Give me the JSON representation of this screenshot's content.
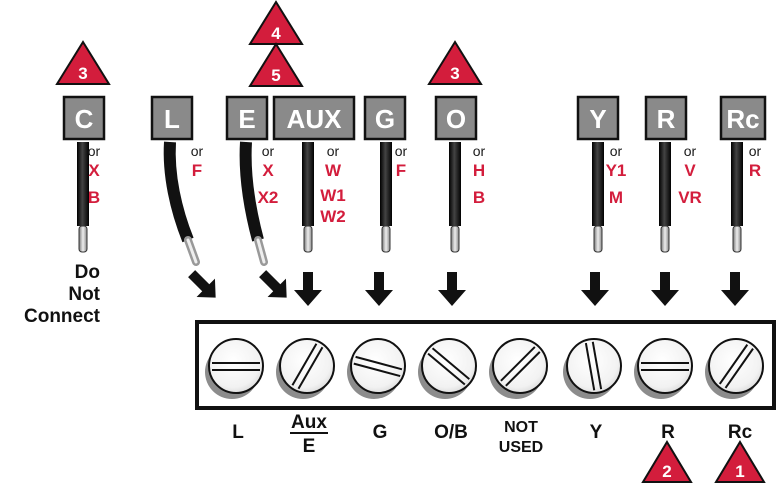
{
  "colors": {
    "accent_red": "#d31d3c",
    "tag_gray": "#8a8a8a",
    "wire_black": "#111111"
  },
  "wire_tags": [
    {
      "label": "C",
      "alts": [
        "X",
        "B"
      ],
      "warning": "3"
    },
    {
      "label": "L",
      "alts": [
        "F"
      ],
      "warning": ""
    },
    {
      "label": "E",
      "alts": [
        "X",
        "X2"
      ],
      "warning": "4",
      "warning2": "5"
    },
    {
      "label": "AUX",
      "alts": [
        "W",
        "W1",
        "W2"
      ],
      "warning": ""
    },
    {
      "label": "G",
      "alts": [
        "F"
      ],
      "warning": ""
    },
    {
      "label": "O",
      "alts": [
        "H",
        "B"
      ],
      "warning": "3"
    },
    {
      "label": "Y",
      "alts": [
        "Y1",
        "M"
      ],
      "warning": ""
    },
    {
      "label": "R",
      "alts": [
        "V",
        "VR"
      ],
      "warning": ""
    },
    {
      "label": "Rc",
      "alts": [
        "R"
      ],
      "warning": ""
    }
  ],
  "or_text": "or",
  "do_not_connect": [
    "Do",
    "Not",
    "Connect"
  ],
  "terminals": [
    {
      "label": "L"
    },
    {
      "label_top": "Aux",
      "label_bottom": "E"
    },
    {
      "label": "G"
    },
    {
      "label": "O/B"
    },
    {
      "label_top": "NOT",
      "label_bottom": "USED"
    },
    {
      "label": "Y"
    },
    {
      "label": "R",
      "warning": "2"
    },
    {
      "label": "Rc",
      "warning": "1"
    }
  ]
}
